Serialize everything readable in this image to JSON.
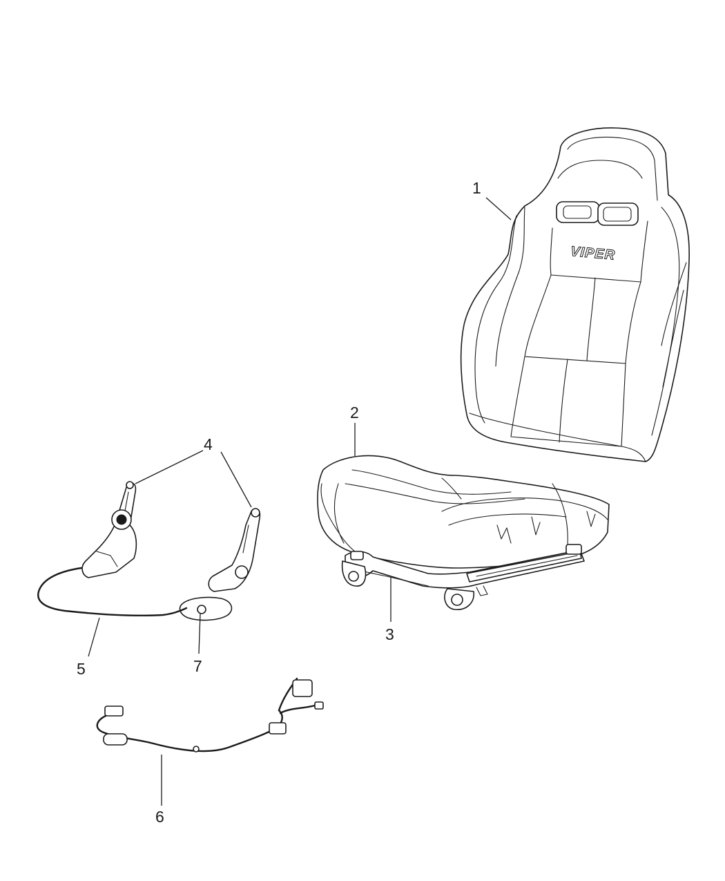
{
  "callouts": [
    {
      "id": "1",
      "label": "1"
    },
    {
      "id": "2",
      "label": "2"
    },
    {
      "id": "3",
      "label": "3"
    },
    {
      "id": "4",
      "label": "4"
    },
    {
      "id": "5",
      "label": "5"
    },
    {
      "id": "6",
      "label": "6"
    },
    {
      "id": "7",
      "label": "7"
    }
  ],
  "seatback_logo": "VIPER"
}
